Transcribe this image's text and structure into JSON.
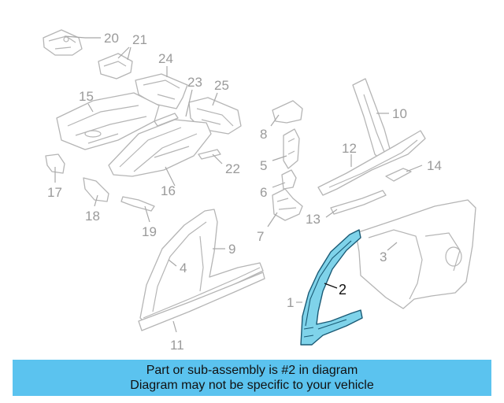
{
  "callouts": [
    {
      "label": "1"
    },
    {
      "label": "2"
    },
    {
      "label": "3"
    },
    {
      "label": "4"
    },
    {
      "label": "5"
    },
    {
      "label": "6"
    },
    {
      "label": "7"
    },
    {
      "label": "8"
    },
    {
      "label": "9"
    },
    {
      "label": "10"
    },
    {
      "label": "11"
    },
    {
      "label": "12"
    },
    {
      "label": "13"
    },
    {
      "label": "14"
    },
    {
      "label": "15"
    },
    {
      "label": "16"
    },
    {
      "label": "17"
    },
    {
      "label": "18"
    },
    {
      "label": "19"
    },
    {
      "label": "20"
    },
    {
      "label": "21"
    },
    {
      "label": "22"
    },
    {
      "label": "23"
    },
    {
      "label": "24"
    },
    {
      "label": "25"
    }
  ],
  "highlight_part": "2",
  "colors": {
    "highlight_fill": "#7fd3ea",
    "banner": "#5bc3ef",
    "parts": "#b5b5b5"
  },
  "banner": {
    "line1": "Part or sub-assembly is #2 in diagram",
    "line2": "Diagram may not be specific to your vehicle"
  }
}
